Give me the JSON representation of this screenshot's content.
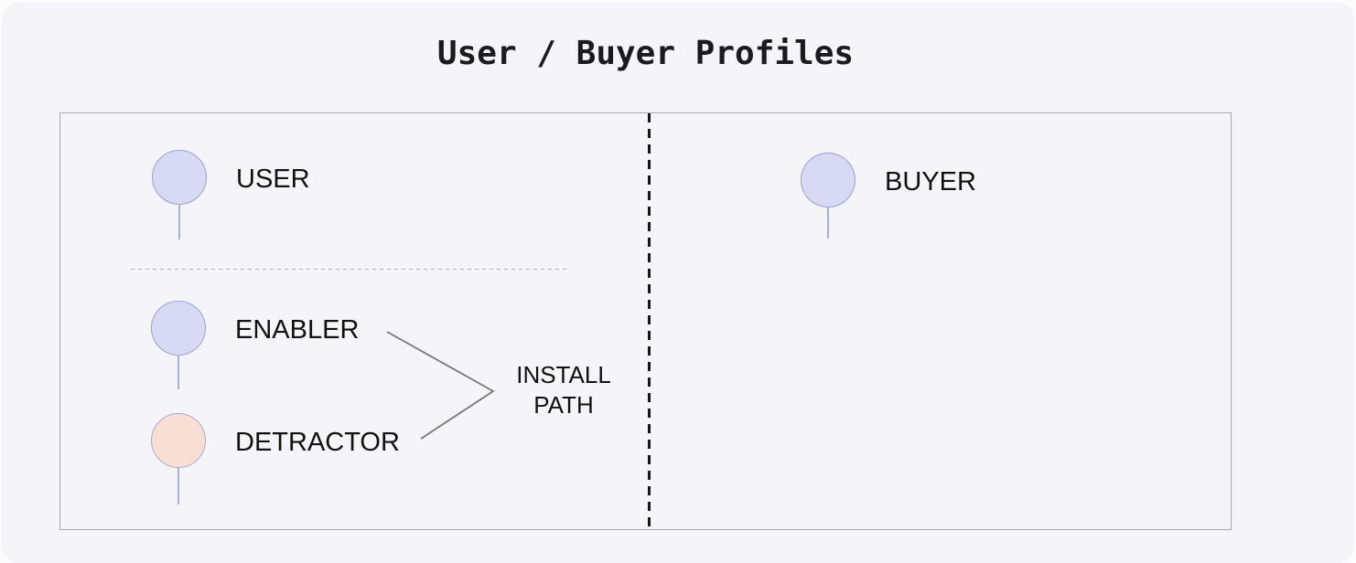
{
  "page": {
    "title": "User / Buyer Profiles"
  },
  "colors": {
    "canvas_bg": "#fdfdfe",
    "panel_bg": "#f5f4f8",
    "box_border": "#a6a6b6",
    "vertical_divider_dash": "#161616",
    "horizontal_divider_dash": "#b2b2ba",
    "connector_line": "#77787c",
    "node_lavender_fill": "#d7daf2",
    "node_lavender_border": "#99a1d8",
    "node_peach_fill": "#f9ded4",
    "node_peach_border": "#a8aad6",
    "pin_stem": "#a9aede",
    "label_text": "#111111",
    "title_text": "#1b1b1f"
  },
  "diagram": {
    "left_section": {
      "nodes": {
        "user": {
          "label": "USER",
          "shape": "pin",
          "color": "lavender"
        },
        "enabler": {
          "label": "ENABLER",
          "shape": "pin",
          "color": "lavender"
        },
        "detractor": {
          "label": "DETRACTOR",
          "shape": "pin",
          "color": "peach"
        }
      },
      "install_path": {
        "line1": "INSTALL",
        "line2": "PATH"
      }
    },
    "right_section": {
      "nodes": {
        "buyer": {
          "label": "BUYER",
          "shape": "pin",
          "color": "lavender"
        }
      }
    }
  }
}
